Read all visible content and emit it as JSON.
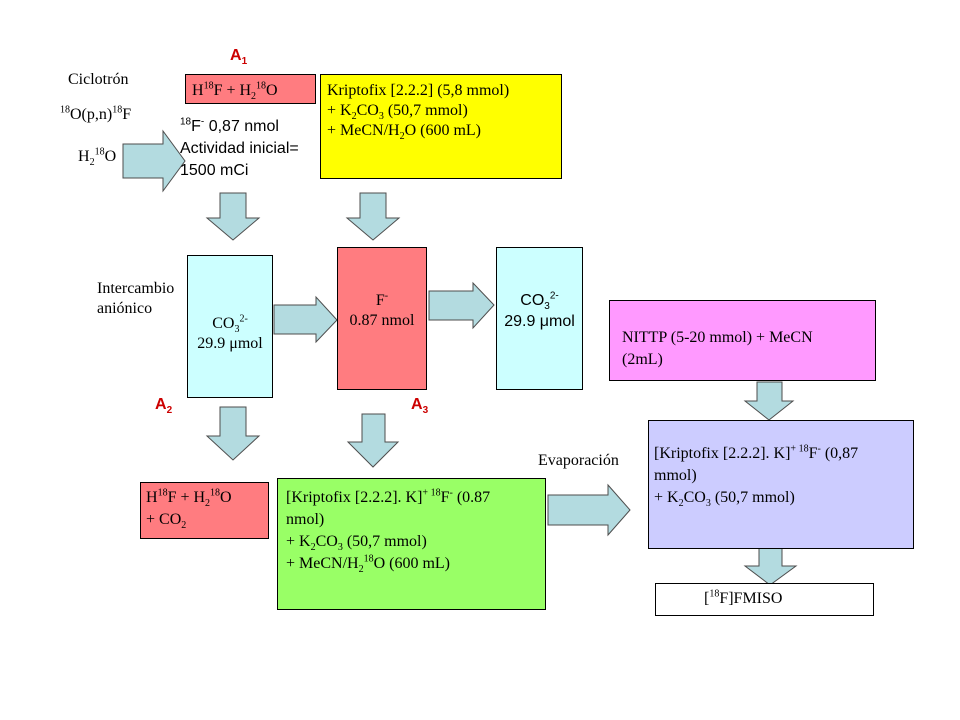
{
  "colors": {
    "red": "#ff7c80",
    "yellow": "#ffff00",
    "cyan": "#ccffff",
    "green": "#99ff66",
    "pink": "#ff99ff",
    "lavender": "#ccccff",
    "arrow_fill": "#b3dbe0",
    "label_red": "#cc0000"
  },
  "labels": {
    "a1": "A",
    "a1_sub": "1",
    "a2": "A",
    "a2_sub": "2",
    "a3": "A",
    "a3_sub": "3",
    "ciclotron": "Ciclotrón",
    "reaction_pre": "18",
    "reaction_mid": "O(p,n)",
    "reaction_post_sup": "18",
    "reaction_post": "F",
    "water_h": "H",
    "water_sub": "2",
    "water_sup": "18",
    "water_o": "O",
    "intercambio_1": "Intercambio",
    "intercambio_2": "aniónico",
    "evaporacion": "Evaporación",
    "f18_sup": "18",
    "f18_f": "F",
    "f18_minus": "-",
    "f18_amount": " 0,87 nmol",
    "actividad_1": "Actividad inicial=",
    "actividad_2": "1500 mCi"
  },
  "boxes": {
    "h18f_top": {
      "text1": "H",
      "sup1": "18",
      "text2": "F + H",
      "sub2": "2",
      "sup2": "18",
      "text3": "O"
    },
    "kriptofix_top": {
      "line1": "Kriptofix [2.2.2] (5,8 mmol)",
      "line2_a": "+ K",
      "line2_sub1": "2",
      "line2_b": "CO",
      "line2_sub2": "3",
      "line2_c": " (50,7 mmol)",
      "line3_a": "+ MeCN/H",
      "line3_sub": "2",
      "line3_b": "O (600 mL)"
    },
    "co3_left": {
      "l1": "CO",
      "l1_sub": "3",
      "l1_sup": "2-",
      "l2": "29.9 μmol"
    },
    "f_mid": {
      "l1": "F",
      "l1_sup": "-",
      "l2": "0.87 nmol"
    },
    "co3_right": {
      "l1": "CO",
      "l1_sub": "3",
      "l1_sup": "2-",
      "l2": "29.9 μmol"
    },
    "nittp": {
      "l1": "NITTP (5-20 mmol) + MeCN",
      "l2": "(2mL)"
    },
    "h18f_bottom": {
      "l1_a": "H",
      "l1_sup1": "18",
      "l1_b": "F + H",
      "l1_sub": "2",
      "l1_sup2": "18",
      "l1_c": "O",
      "l2_a": "+ CO",
      "l2_sub": "2"
    },
    "kriptofix_bottom": {
      "l1_a": "[Kriptofix [2.2.2]. K]",
      "l1_sup1": "+",
      "l1_sup2": " 18",
      "l1_b": "F",
      "l1_sup3": "-",
      "l1_c": " (0.87",
      "l2": "nmol)",
      "l3_a": "+ K",
      "l3_sub1": "2",
      "l3_b": "CO",
      "l3_sub2": "3",
      "l3_c": " (50,7 mmol)",
      "l4_a": "+ MeCN/H",
      "l4_sub": "2",
      "l4_sup": "18",
      "l4_b": "O (600 mL)"
    },
    "kriptofix_lav": {
      "l1_a": "[Kriptofix [2.2.2]. K]",
      "l1_sup1": "+",
      "l1_sup2": " 18",
      "l1_b": "F",
      "l1_sup3": "-",
      "l1_c": " (0,87",
      "l2": "mmol)",
      "l3_a": "+ K",
      "l3_sub1": "2",
      "l3_b": "CO",
      "l3_sub2": "3",
      "l3_c": " (50,7 mmol)"
    },
    "fmiso": {
      "a": "[",
      "sup": "18",
      "b": "F]FMISO"
    }
  }
}
